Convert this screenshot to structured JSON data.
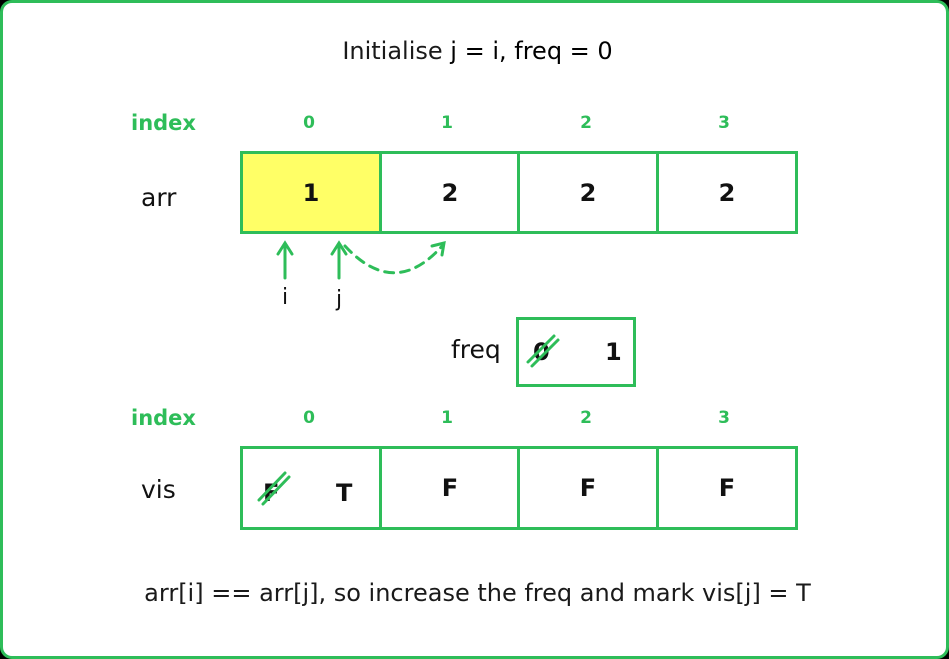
{
  "title": {
    "prefix": "Initialise ",
    "emph": "j = i, freq = 0"
  },
  "index_label": "index",
  "arr_label": "arr",
  "vis_label": "vis",
  "freq_label": "freq",
  "indices": [
    "0",
    "1",
    "2",
    "3"
  ],
  "arr": [
    "1",
    "2",
    "2",
    "2"
  ],
  "pointers": {
    "i": "i",
    "j": "j"
  },
  "freq": {
    "old": "0",
    "new": "1"
  },
  "vis": {
    "first_old": "F",
    "first_new": "T",
    "rest": [
      "F",
      "F",
      "F"
    ]
  },
  "caption": "arr[i] == arr[j], so increase the freq and mark vis[j] = T",
  "colors": {
    "accent": "#2ebd59",
    "highlight": "#ffff66"
  }
}
